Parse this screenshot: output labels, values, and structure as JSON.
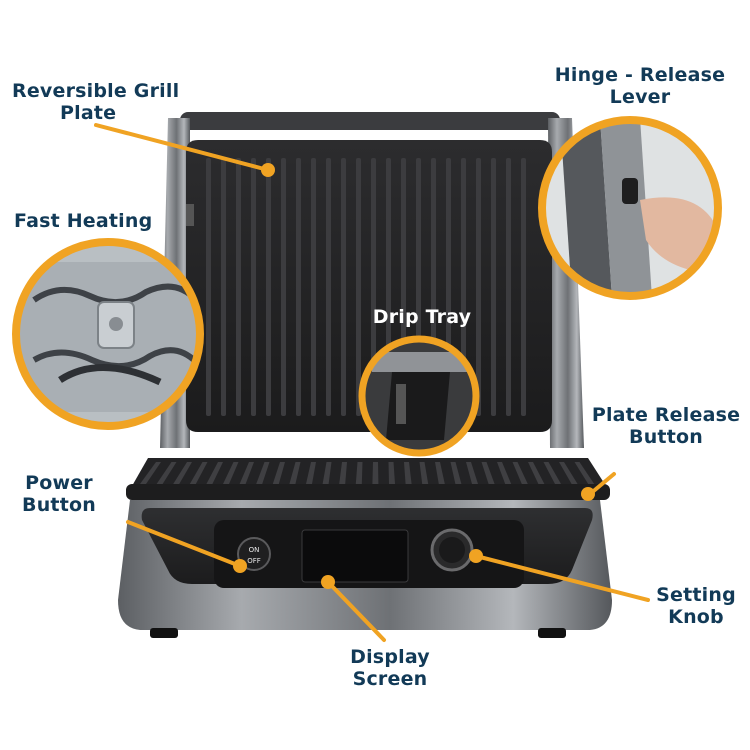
{
  "labels": {
    "reversible_grill_plate": [
      "Reversible Grill",
      "Plate"
    ],
    "hinge_release_lever": [
      "Hinge - Release",
      "Lever"
    ],
    "fast_heating": [
      "Fast Heating"
    ],
    "drip_tray": [
      "Drip Tray"
    ],
    "plate_release_button": [
      "Plate Release",
      "Button"
    ],
    "power_button": [
      "Power",
      "Button"
    ],
    "setting_knob": [
      "Setting",
      "Knob"
    ],
    "display_screen": [
      "Display",
      "Screen"
    ]
  },
  "power_switch": {
    "on": "ON",
    "off": "OFF"
  },
  "colors": {
    "label_text": "#123a57",
    "callout": "#f0a323",
    "grill_body": "#2a2a2c",
    "stainless": "#8c8f93"
  }
}
